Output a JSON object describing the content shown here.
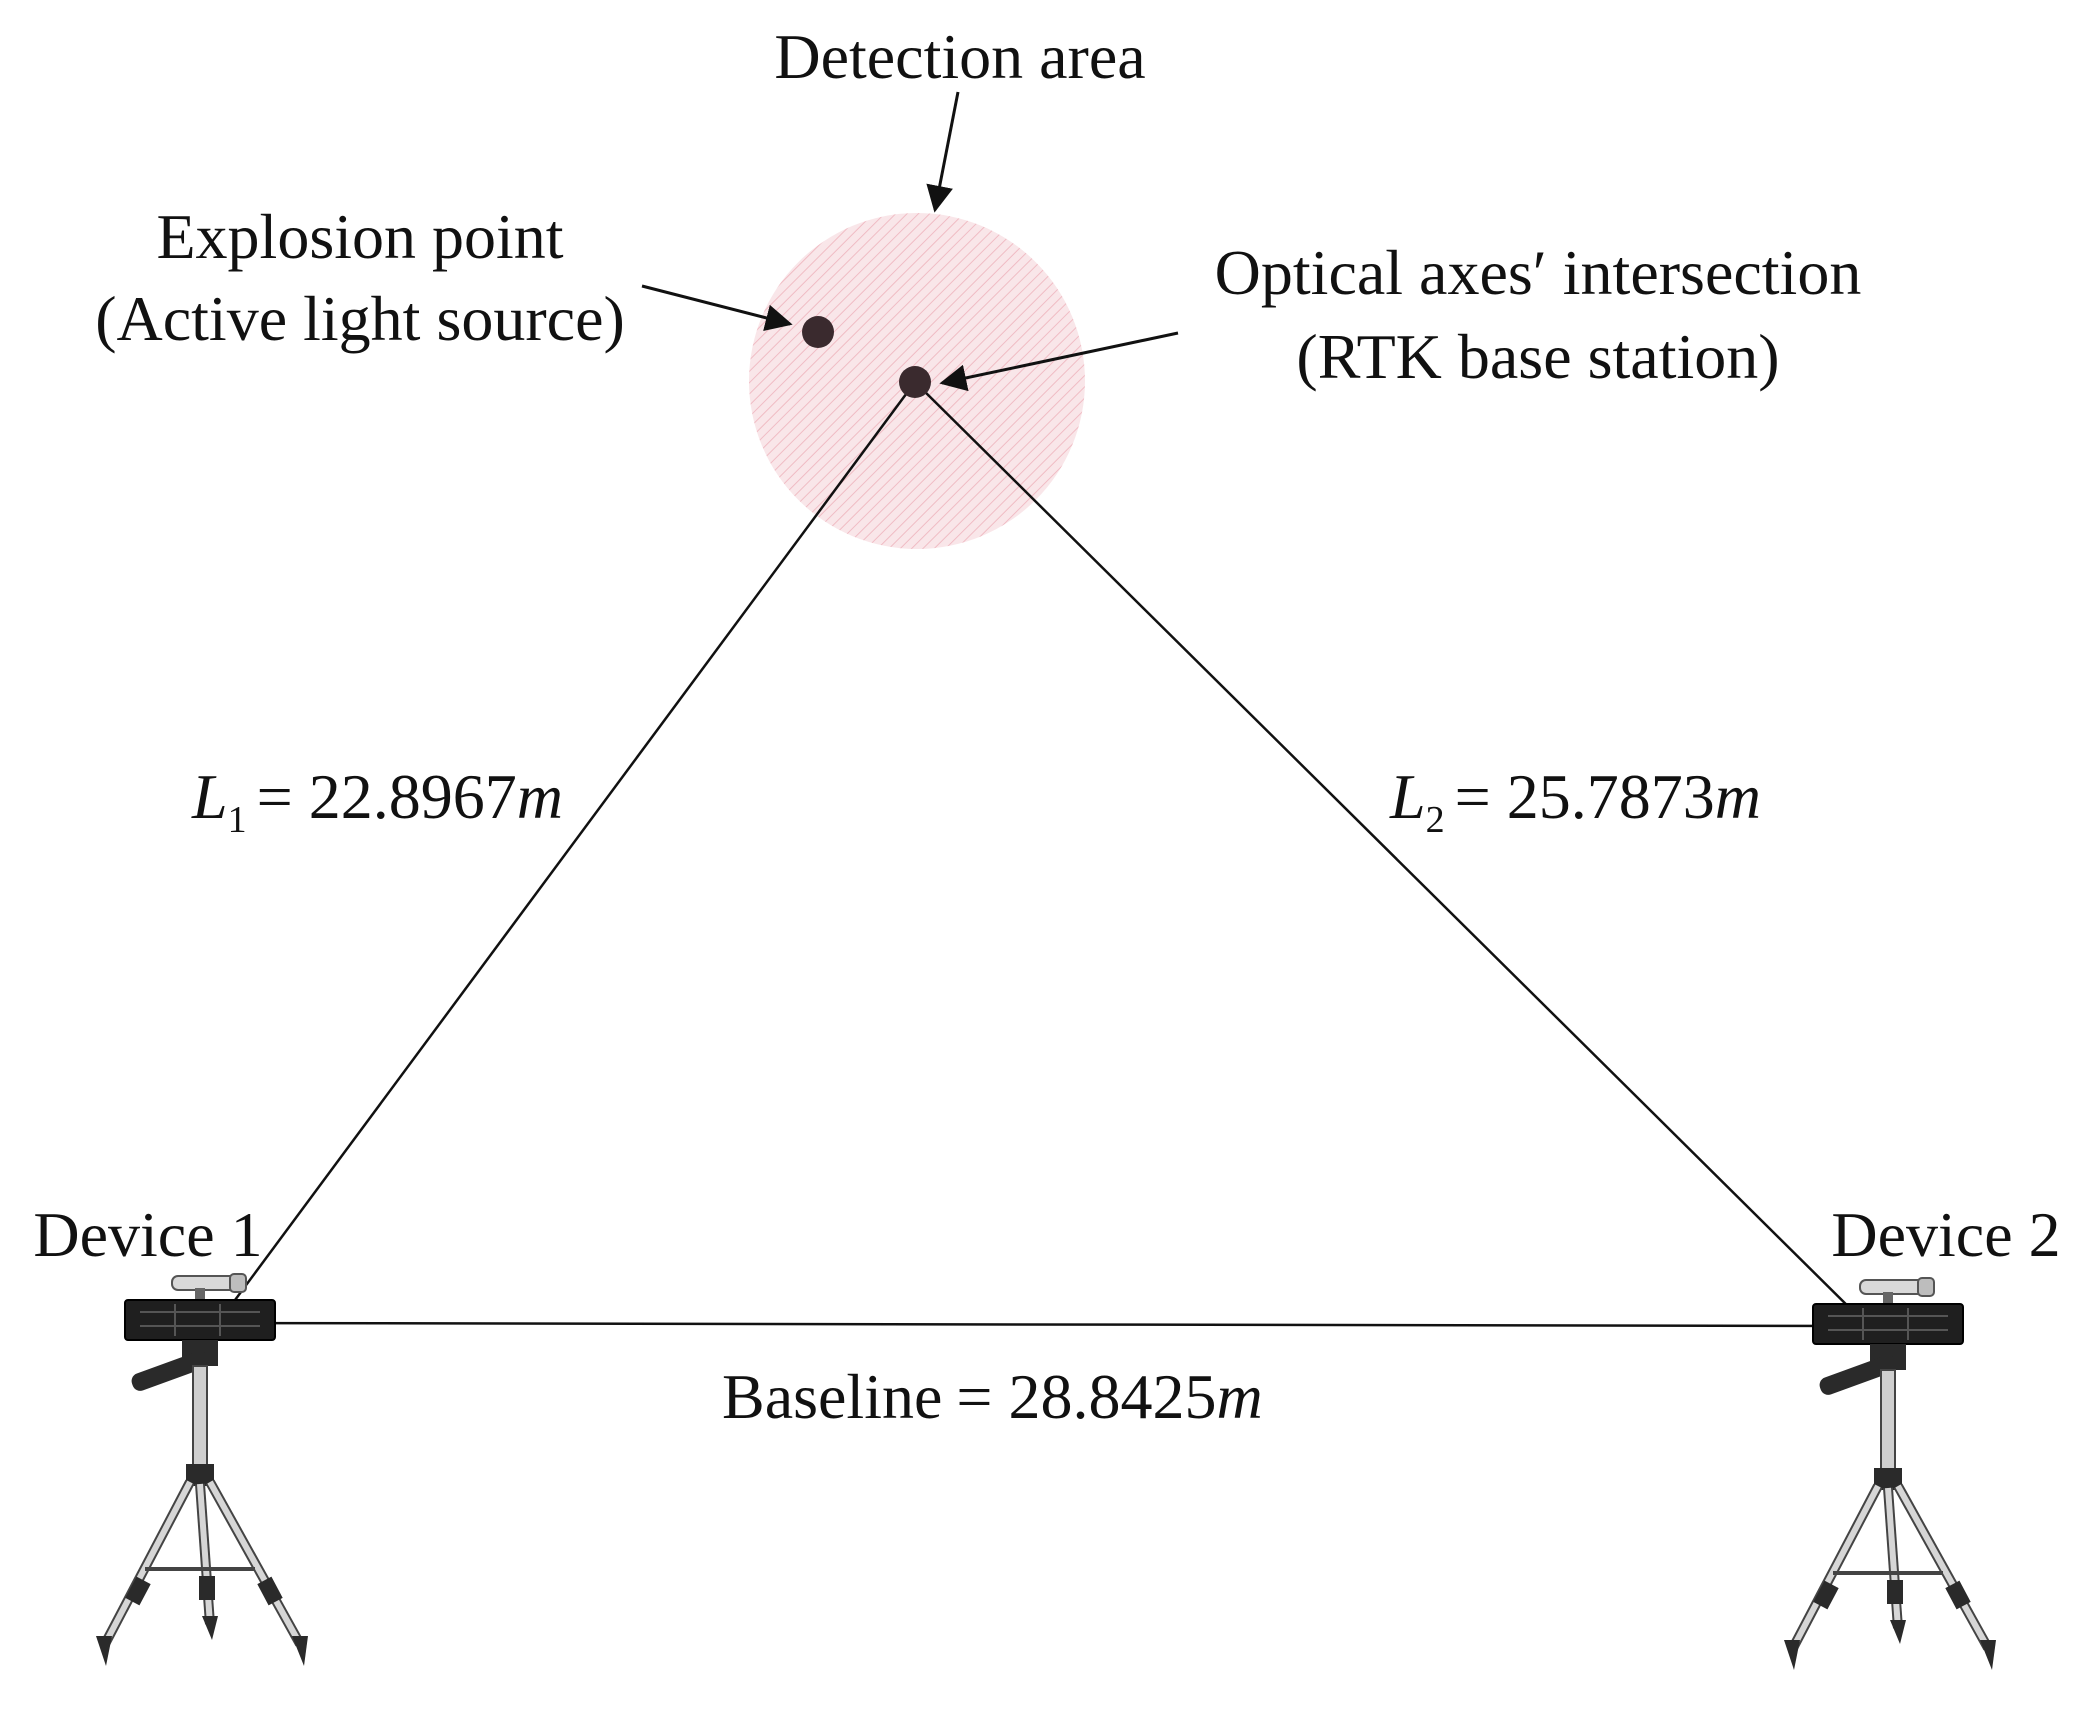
{
  "labels": {
    "detection_area": "Detection area",
    "explosion_point_line1": "Explosion point",
    "explosion_point_line2": "(Active light source)",
    "intersection_line1": "Optical axes′ intersection",
    "intersection_line2": "(RTK base station)",
    "device1": "Device 1",
    "device2": "Device 2"
  },
  "measurements": {
    "L1": {
      "var": "L",
      "sub": "1",
      "value": "= 22.8967",
      "unit": "m"
    },
    "L2": {
      "var": "L",
      "sub": "2",
      "value": "= 25.7873",
      "unit": "m"
    },
    "baseline": {
      "name": "Baseline",
      "value": "= 28.8425",
      "unit": "m"
    }
  },
  "colors": {
    "detection_area_fill": "#f7dde1",
    "detection_area_hatch": "#f0bcc4",
    "point_fill": "#3a2a2e",
    "line": "#111111",
    "tripod_leg": "#c8c8c8",
    "tripod_dark": "#2a2a2a"
  }
}
